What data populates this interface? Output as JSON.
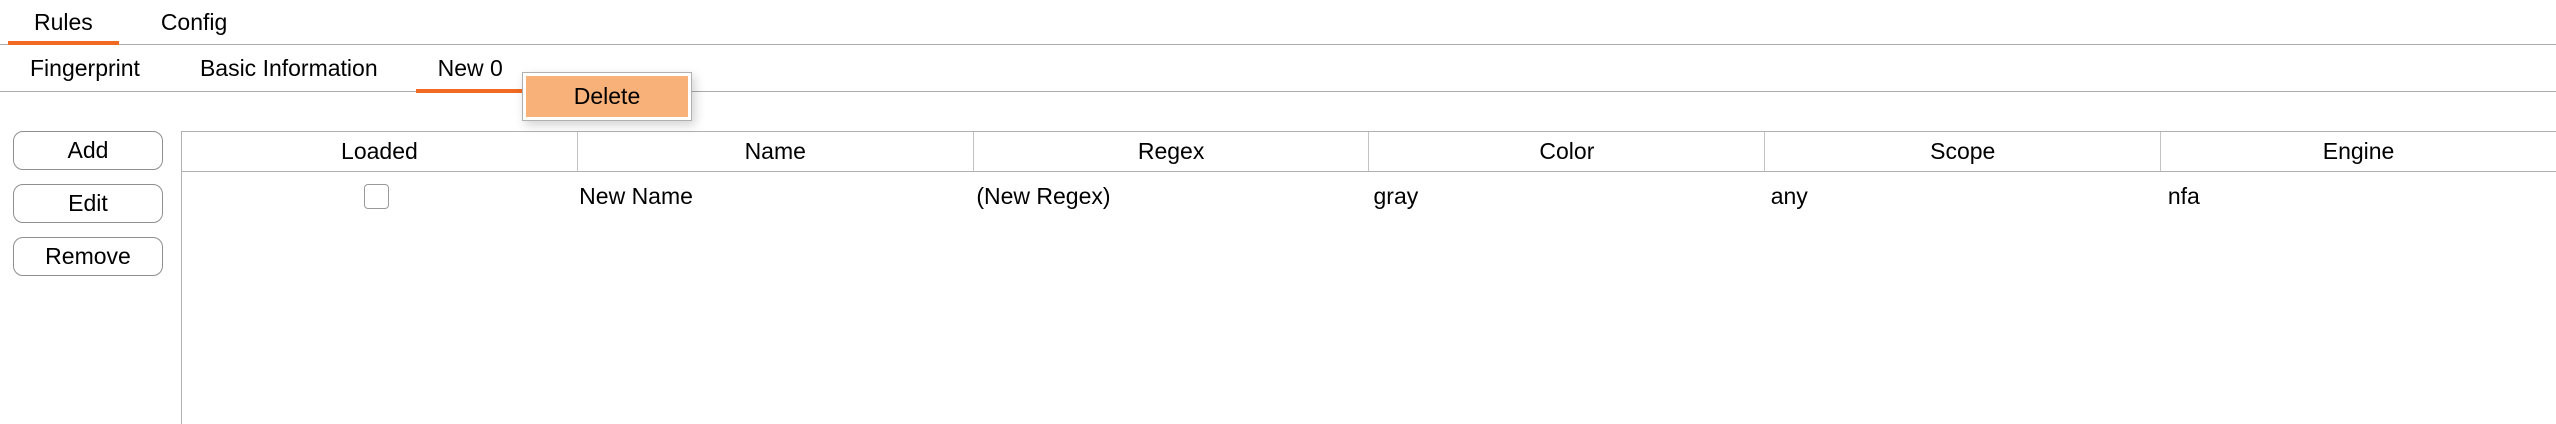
{
  "tabs": {
    "items": [
      {
        "label": "Rules",
        "selected": true
      },
      {
        "label": "Config",
        "selected": false
      }
    ]
  },
  "subtabs": {
    "items": [
      {
        "label": "Fingerprint",
        "selected": false
      },
      {
        "label": "Basic Information",
        "selected": false
      },
      {
        "label": "New 0",
        "selected": true
      }
    ]
  },
  "context_menu": {
    "delete_label": "Delete"
  },
  "side_buttons": {
    "add": "Add",
    "edit": "Edit",
    "remove": "Remove"
  },
  "table": {
    "columns": [
      "Loaded",
      "Name",
      "Regex",
      "Color",
      "Scope",
      "Engine"
    ],
    "rows": [
      {
        "loaded": false,
        "name": "New Name",
        "regex": "(New Regex)",
        "color": "gray",
        "scope": "any",
        "engine": "nfa"
      }
    ]
  },
  "colors": {
    "accent": "#f06a21",
    "menu_highlight": "#f8b179",
    "separator": "#ababab"
  }
}
